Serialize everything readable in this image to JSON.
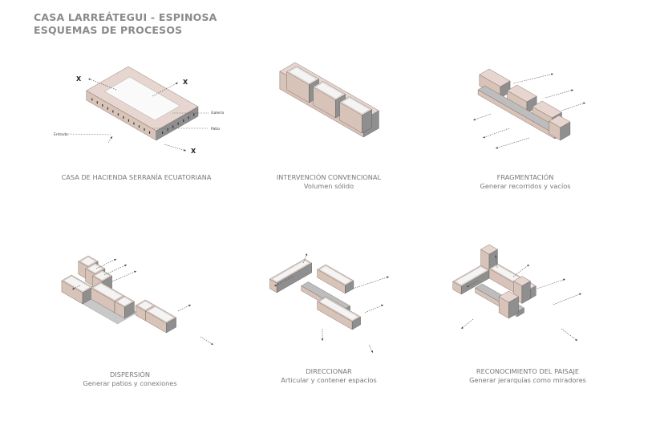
{
  "header": {
    "title": "CASA LARREÁTEGUI - ESPINOSA",
    "subtitle": "ESQUEMAS DE PROCESOS"
  },
  "panels": [
    {
      "title": "CASA DE HACIENDA SERRANÍA ECUATORIANA",
      "subtitle": "",
      "labels": {
        "gallery": "Galería",
        "patio": "Patio",
        "entrance": "Entrada",
        "axis": "X"
      }
    },
    {
      "title": "INTERVENCIÓN CONVENCIONAL",
      "subtitle": "Volumen sólido"
    },
    {
      "title": "FRAGMENTACIÓN",
      "subtitle": "Generar recorridos y vacíos"
    },
    {
      "title": "DISPERSIÓN",
      "subtitle": "Generar patios y conexiones"
    },
    {
      "title": "DIRECCIONAR",
      "subtitle": "Articular y contener espacios"
    },
    {
      "title": "RECONOCIMIENTO DEL PAISAJE",
      "subtitle": "Generar jerarquías como miradores"
    }
  ],
  "colors": {
    "roof": "#e6d6cf",
    "wall_light": "#d8c3b9",
    "wall_dark": "#8f8f8f",
    "floor": "#c8c8c8",
    "text": "#777777"
  }
}
